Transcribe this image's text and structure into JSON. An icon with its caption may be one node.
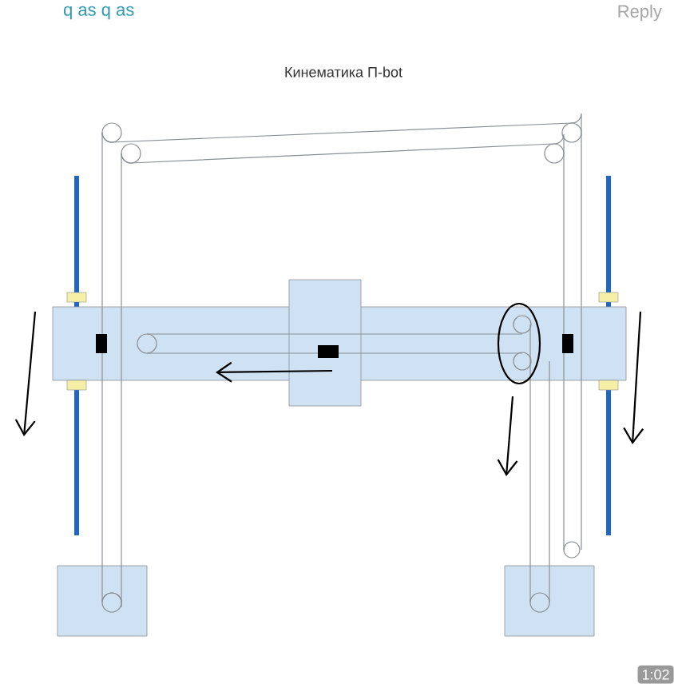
{
  "diagram": {
    "title": "Кинематика П-bot",
    "labels": [
      "q as q as",
      "Reply",
      "1:02"
    ]
  }
}
